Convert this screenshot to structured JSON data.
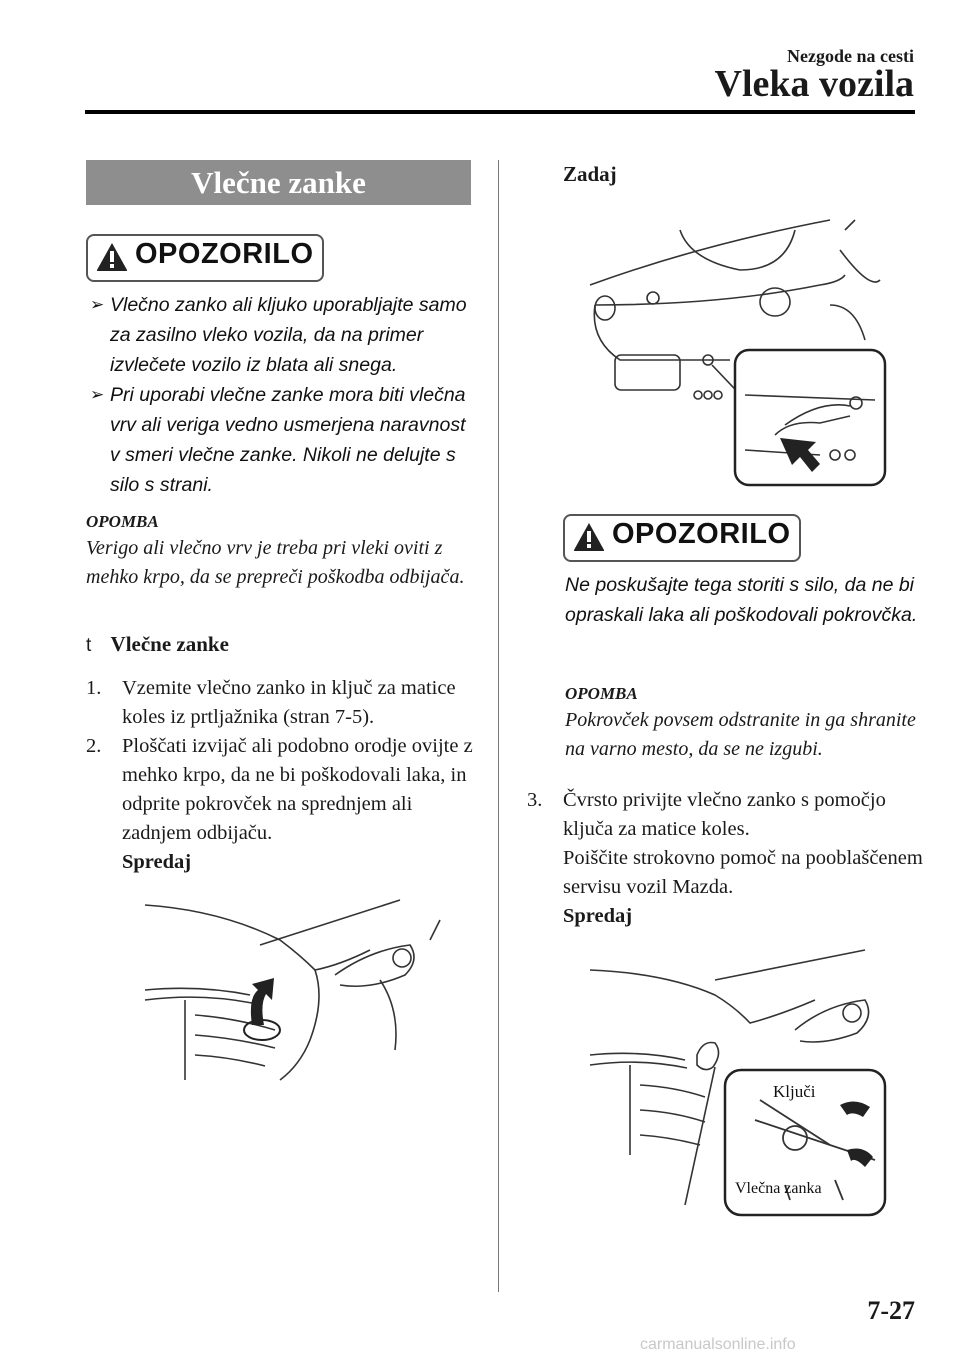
{
  "header": {
    "section": "Nezgode na cesti",
    "title": "Vleka vozila"
  },
  "left": {
    "banner": "Vlečne zanke",
    "warning_label": "OPOZORILO",
    "warning_items": [
      "Vlečno zanko ali kljuko uporabljajte samo za zasilno vleko vozila, da na primer izvlečete vozilo iz blata ali snega.",
      "Pri uporabi vlečne zanke mora biti vlečna vrv ali veriga vedno usmerjena naravnost v smeri vlečne zanke. Nikoli ne delujte s silo s strani."
    ],
    "note_title": "OPOMBA",
    "note_text": "Verigo ali vlečno vrv je treba pri vleki oviti z mehko krpo, da se prepreči poškodba odbijača.",
    "section_marker": "t",
    "section_title": "Vlečne zanke",
    "steps": [
      {
        "num": "1.",
        "text": "Vzemite vlečno zanko in ključ za matice koles iz prtljažnika (stran 7-5)."
      },
      {
        "num": "2.",
        "text": "Ploščati izvijač ali podobno orodje ovijte z mehko krpo, da ne bi poškodovali laka, in odprite pokrovček na sprednjem ali zadnjem odbijaču."
      }
    ],
    "front_label": "Spredaj"
  },
  "right": {
    "rear_label": "Zadaj",
    "warning_label": "OPOZORILO",
    "warning_text": "Ne poskušajte tega storiti s silo, da ne bi opraskali laka ali poškodovali pokrovčka.",
    "note_title": "OPOMBA",
    "note_text": "Pokrovček povsem odstranite in ga shranite na varno mesto, da se ne izgubi.",
    "step3_num": "3.",
    "step3_text": "Čvrsto privijte vlečno zanko s pomočjo ključa za matice koles.",
    "step3_text2": "Poiščite strokovno pomoč na pooblaščenem servisu vozil Mazda.",
    "front_label": "Spredaj",
    "callout_keys": "Ključi",
    "callout_hook": "Vlečna zanka"
  },
  "page_number": "7-27",
  "watermark": "carmanualsonline.info"
}
